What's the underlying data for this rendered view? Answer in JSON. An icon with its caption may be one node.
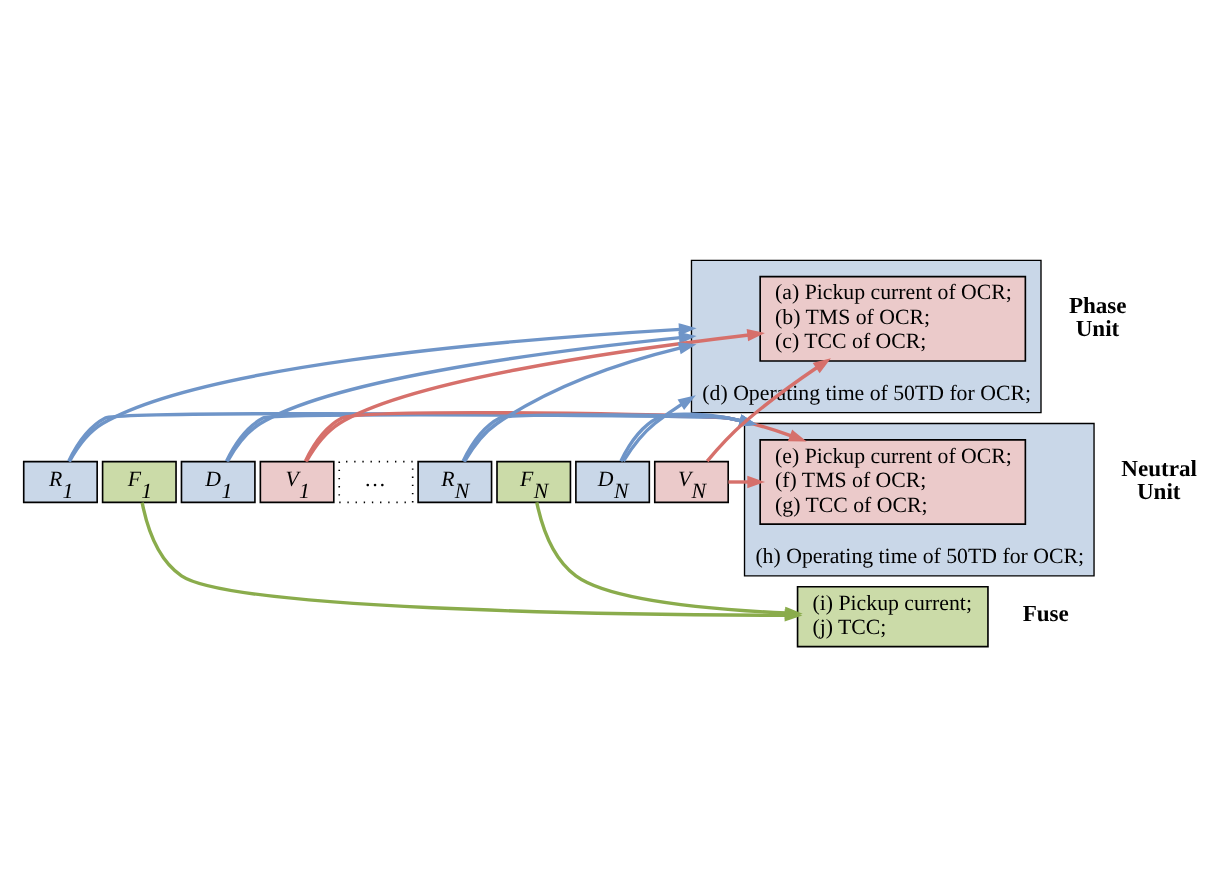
{
  "diagram": {
    "nodes": [
      {
        "text": [
          "R$_{1}$"
        ]
      },
      {
        "text": [
          "F$_{1}$"
        ]
      },
      {
        "text": [
          "D$_{1}$"
        ]
      },
      {
        "text": [
          "V$_{1}$"
        ]
      },
      {
        "text": [
          "…"
        ]
      },
      {
        "text": [
          "R$_{N}$"
        ]
      },
      {
        "text": [
          "F$_{N}$"
        ]
      },
      {
        "text": [
          "D$_{N}$"
        ]
      },
      {
        "text": [
          "V$_{N}$"
        ]
      },
      {
        "text": [
          "(d) Operating time of 50TD for OCR;"
        ],
        "beside": [
          "Phase Unit"
        ]
      },
      {
        "text": [
          "(a) Pickup current of OCR;",
          "(b) TMS of OCR;",
          "(c) TCC of OCR;"
        ],
        "in": 9
      },
      {
        "text": [
          "(h) Operating time of 50TD for OCR;"
        ],
        "beside": [
          "Neutral Unit"
        ]
      },
      {
        "text": [
          "(e) Pickup current of OCR;",
          "(f) TMS of OCR;",
          "(g) TCC of OCR;"
        ],
        "in": 11
      },
      {
        "text": [
          "(i) Pickup current;",
          "(j) TCC;"
        ],
        "beside": [
          "Fuse"
        ]
      }
    ],
    "edges": [
      {
        "from": 0,
        "to": 9,
        "arrow": "to"
      },
      {
        "from": 0,
        "to": 11,
        "arrow": "to"
      },
      {
        "from": 2,
        "to": 9,
        "arrow": "to"
      },
      {
        "from": 2,
        "to": 11,
        "arrow": "to"
      },
      {
        "from": 5,
        "to": 9,
        "arrow": "to"
      },
      {
        "from": 5,
        "to": 11,
        "arrow": "to"
      },
      {
        "from": 7,
        "to": 9,
        "arrow": "to"
      },
      {
        "from": 7,
        "to": 11,
        "arrow": "to"
      },
      {
        "from": 3,
        "to": 10,
        "arrow": "to",
        "color": "#d6706b"
      },
      {
        "from": 3,
        "to": 12,
        "arrow": "to",
        "color": "#d6706b"
      },
      {
        "from": 8,
        "to": 10,
        "arrow": "to",
        "color": "#d6706b"
      },
      {
        "from": 8,
        "to": 12,
        "arrow": "to",
        "color": "#d6706b"
      },
      {
        "from": 1,
        "to": 13,
        "arrow": "to",
        "color": "#8aac4c"
      },
      {
        "from": 6,
        "to": 13,
        "arrow": "to",
        "color": "#8aac4c"
      }
    ]
  }
}
